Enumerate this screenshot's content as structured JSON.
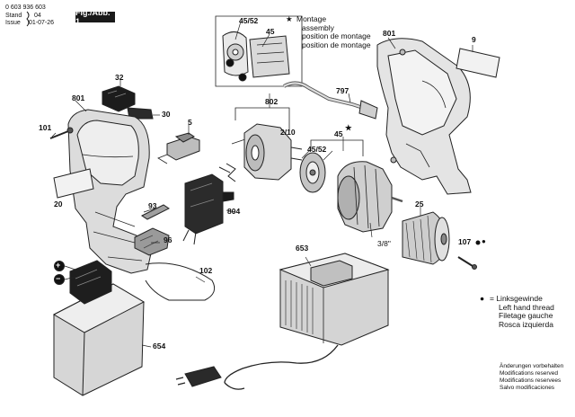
{
  "header": {
    "part_number": "0 603 936 603",
    "stand_label": "Stand",
    "issue_label": "Issue",
    "stand_code": "04",
    "issue_date": "01-07-26",
    "figure_label": "Fig./Abb. 1"
  },
  "callouts": {
    "c801_top": "801",
    "c9": "9",
    "c4552_top": "45/52",
    "c45_top": "45",
    "c32": "32",
    "c30": "30",
    "c801_left": "801",
    "c101": "101",
    "c5": "5",
    "c802": "802",
    "c210": "2/10",
    "c797": "797",
    "c45_mid": "45",
    "c4552_mid": "45/52",
    "c20": "20",
    "c93": "93",
    "c804": "804",
    "c96": "96",
    "c25": "25",
    "c38": "3/8\"",
    "c107": "107",
    "c653": "653",
    "c102": "102",
    "c654": "654",
    "plus": "+",
    "minus": "−"
  },
  "assembly_note": {
    "star": "★",
    "lines": [
      "Montage",
      "assembly",
      "position de montage",
      "position de montage"
    ]
  },
  "left_hand_note": {
    "bullet": "●",
    "lines": [
      "= Linksgewinde",
      "Left hand thread",
      "Filetage gauche",
      "Rosca izquierda"
    ]
  },
  "footer": {
    "lines": [
      "Änderungen vorbehalten",
      "Modifications reserved",
      "Modifications reservees",
      "Salvo modificaciones"
    ]
  }
}
